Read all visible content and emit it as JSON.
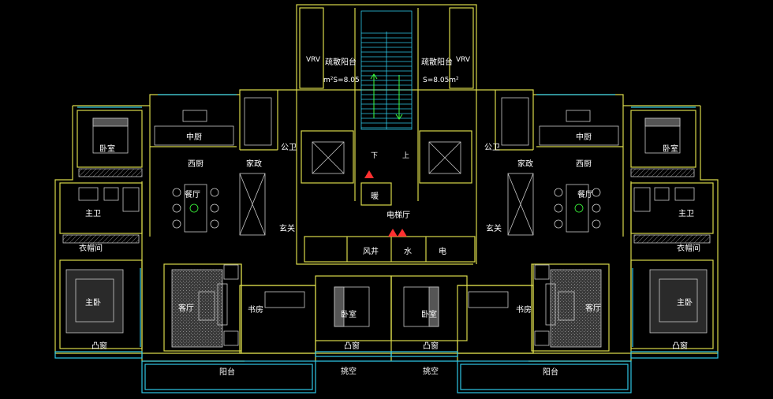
{
  "colors": {
    "background": "#000000",
    "wall": "#d8d84a",
    "window": "#2ec6e6",
    "stair": "#2ec6e6",
    "furniture": "#c8c8c8",
    "text": "#ffffff",
    "marker": "#ff3030",
    "arrow": "#3cff3c"
  },
  "top": {
    "balcony_left": "疏散阳台",
    "balcony_left_area": "m²S=8.05",
    "balcony_right": "疏散阳台",
    "balcony_right_area": "S=8.05m²",
    "vrv_left": "VRV",
    "vrv_right": "VRV",
    "stair_down": "下",
    "stair_up": "上"
  },
  "core": {
    "public_toilet_left": "公卫",
    "public_toilet_right": "公卫",
    "lobby": "电梯厅",
    "heating": "暖",
    "air_shaft": "风井",
    "water": "水",
    "electric": "电"
  },
  "left_unit": {
    "bedroom_top": "卧室",
    "chinese_kitchen": "中厨",
    "western_kitchen": "西厨",
    "housekeeping": "家政",
    "master_bath": "主卫",
    "dining": "餐厅",
    "entrance": "玄关",
    "walkin_closet": "衣帽间",
    "master_bedroom": "主卧",
    "living_room": "客厅",
    "study": "书房",
    "bedroom_bottom": "卧室",
    "bay_window_left": "凸窗",
    "bay_window_mid": "凸窗",
    "balcony": "阳台",
    "overhang": "挑空"
  },
  "right_unit": {
    "bedroom_top": "卧室",
    "chinese_kitchen": "中厨",
    "western_kitchen": "西厨",
    "housekeeping": "家政",
    "master_bath": "主卫",
    "dining": "餐厅",
    "entrance": "玄关",
    "walkin_closet": "衣帽间",
    "master_bedroom": "主卧",
    "living_room": "客厅",
    "study": "书房",
    "bedroom_bottom": "卧室",
    "bay_window_right": "凸窗",
    "bay_window_mid": "凸窗",
    "balcony": "阳台",
    "overhang": "挑空"
  }
}
